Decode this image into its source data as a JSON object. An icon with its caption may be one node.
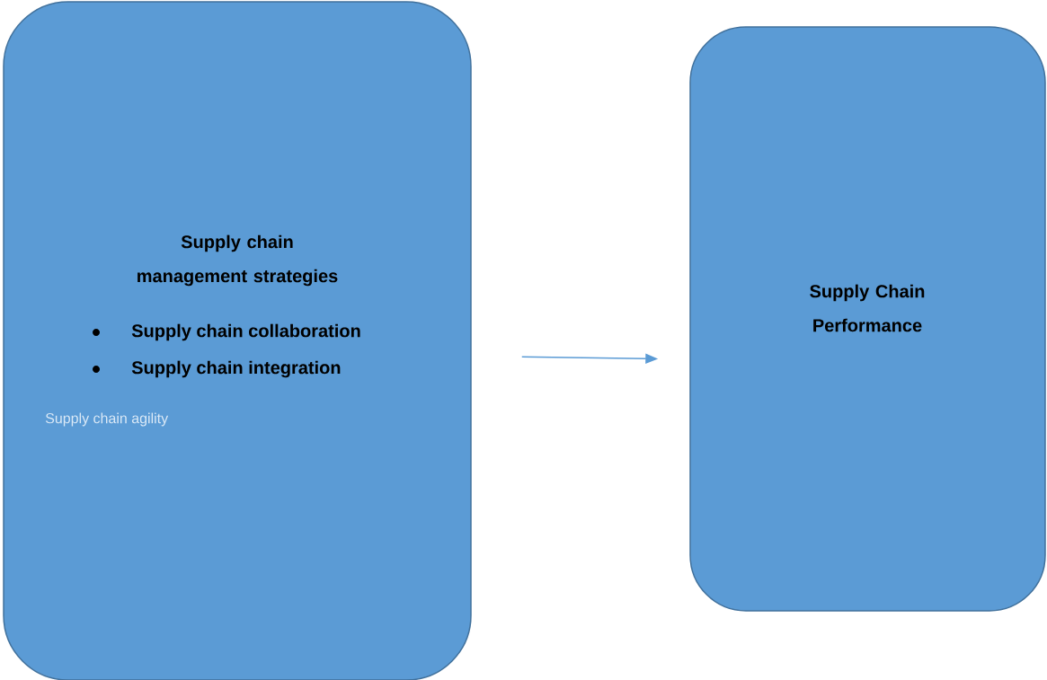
{
  "diagram": {
    "nodes": [
      {
        "text": [
          "Supply chain management strategies",
          "Supply chain collaboration",
          "Supply chain integration",
          "Supply chain agility"
        ]
      },
      {
        "text": [
          "Supply Chain Performance"
        ]
      }
    ],
    "edges": [
      {
        "from": 0,
        "to": 1,
        "arrow": "to"
      }
    ]
  }
}
